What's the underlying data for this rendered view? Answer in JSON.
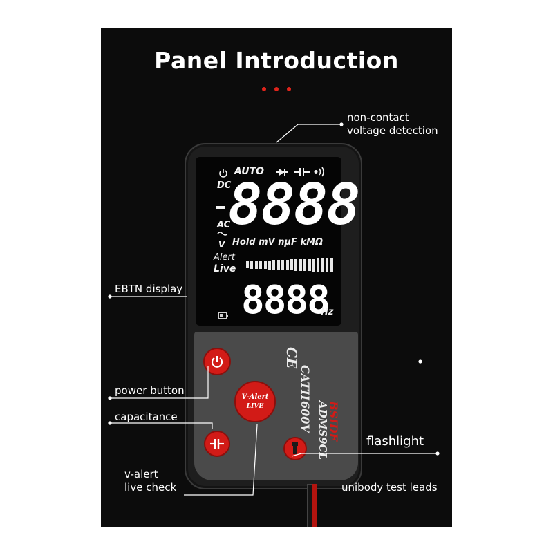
{
  "title": "Panel Introduction",
  "labels": {
    "ncv": [
      "non-contact",
      "voltage detection"
    ],
    "display": "EBTN display",
    "power": "power button",
    "capacitance": "capacitance",
    "valert": [
      "v-alert",
      "live check"
    ],
    "flashlight": "flashlight",
    "leads": "unibody test leads"
  },
  "lcd": {
    "auto": "AUTO",
    "dc": "DC",
    "ac": "AC",
    "v": "V",
    "units": "Hold mV nµF kMΩ",
    "alert": "Alert",
    "live": "Live",
    "main_reading": "8888",
    "sub_reading": "8888",
    "hz": "Hz",
    "bar_segments": 20
  },
  "device": {
    "ce": "CE",
    "category": "CATII",
    "voltage": "600V",
    "brand": "BSIDE",
    "model": "ADMS9CL",
    "valert_button": [
      "V-Alert",
      "LIVE"
    ]
  },
  "colors": {
    "background": "#0c0c0c",
    "accent_red": "#d21b17",
    "lower_panel": "#4a4a4a"
  },
  "icons": [
    "power-icon",
    "capacitor-icon",
    "flashlight-icon",
    "diode-icon",
    "buzzer-icon",
    "battery-icon"
  ]
}
